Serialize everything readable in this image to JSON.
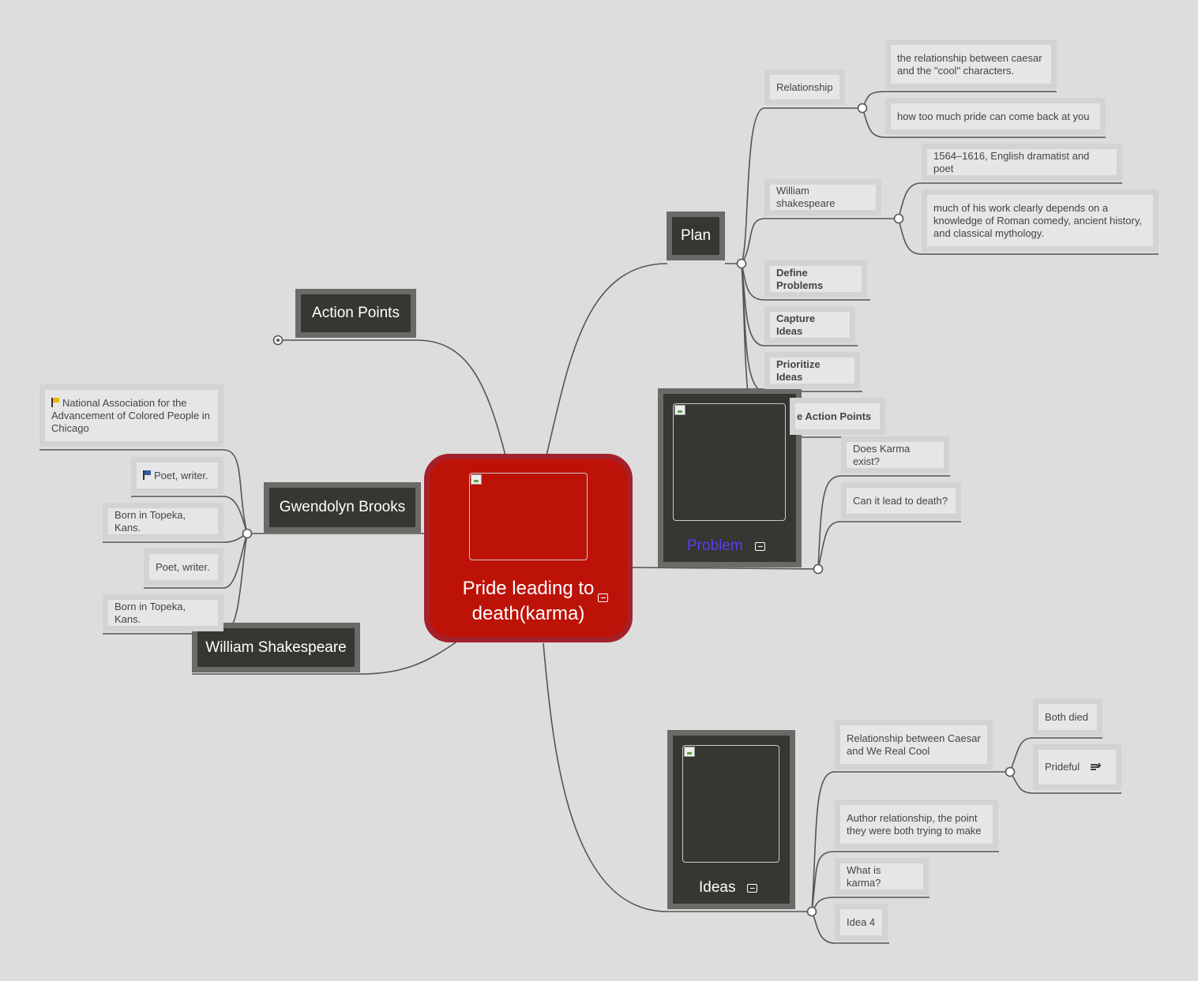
{
  "central": {
    "title": "Pride leading to death(karma)"
  },
  "plan": {
    "label": "Plan",
    "children": [
      {
        "label": "Relationship",
        "children": [
          "the relationship between caesar and the \"cool\" characters.",
          "how too much pride can come back at you"
        ]
      },
      {
        "label": "William shakespeare",
        "children": [
          "1564–1616, English dramatist and poet",
          "much of his work clearly depends on a knowledge of Roman comedy, ancient history, and classical mythology."
        ]
      },
      {
        "label": "Define Problems"
      },
      {
        "label": "Capture Ideas"
      },
      {
        "label": "Prioritize Ideas"
      },
      {
        "label": "e Action Points"
      }
    ]
  },
  "problem": {
    "label": "Problem",
    "accent_color": "#5b3cf0",
    "children": [
      "Does Karma exist?",
      "Can it lead to death?"
    ]
  },
  "ideas": {
    "label": "Ideas",
    "children": [
      {
        "label": "Relationship between Caesar and We Real Cool",
        "children": [
          "Both died",
          "Prideful"
        ]
      },
      {
        "label": "Author relationship, the point they were both trying to make"
      },
      {
        "label": "What is karma?"
      },
      {
        "label": "Idea 4"
      }
    ]
  },
  "action_points": {
    "label": "Action Points"
  },
  "gwendolyn": {
    "label": "Gwendolyn Brooks",
    "children": [
      {
        "label": "National Association for the Advancement of Colored People in Chicago",
        "flag": "yellow"
      },
      {
        "label": "Poet, writer.",
        "flag": "blue"
      },
      {
        "label": "Born in Topeka, Kans."
      },
      {
        "label": "Poet, writer."
      },
      {
        "label": "Born in Topeka, Kans."
      }
    ]
  },
  "shakespeare": {
    "label": "William Shakespeare"
  },
  "icons": {
    "image": "image-icon",
    "notes": "notes-icon",
    "flag": "flag-icon"
  }
}
